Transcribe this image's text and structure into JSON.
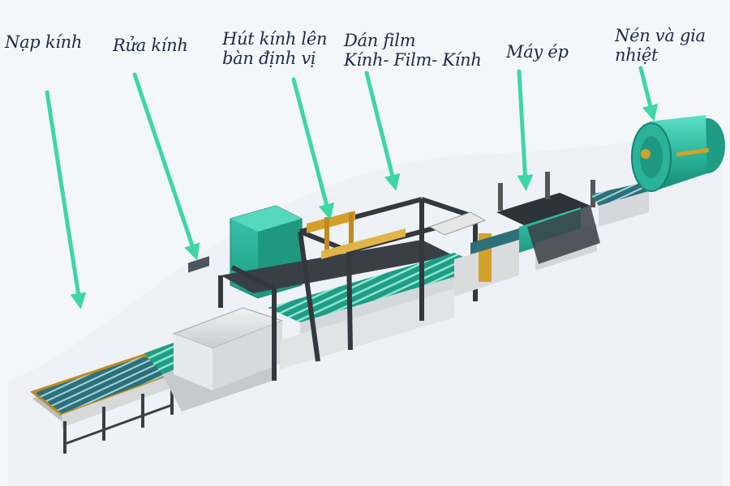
{
  "labels": {
    "loading": "Nạp kính",
    "washing": "Rửa kính",
    "positioning": [
      "Hút kính lên",
      "bàn định vị"
    ],
    "film": [
      "Dán film",
      "Kính- Film- Kính"
    ],
    "press": "Máy ép",
    "autoclave": [
      "Nén và gia",
      "nhiệt"
    ]
  },
  "colors": {
    "arrow": "#3fd6a6",
    "text": "#1d2a4a",
    "machine_teal": "#2ab39a",
    "frame": "#3a3f45",
    "body": "#e4e6e8",
    "accent_yellow": "#d4a02a",
    "background": "#f4f7fa"
  }
}
